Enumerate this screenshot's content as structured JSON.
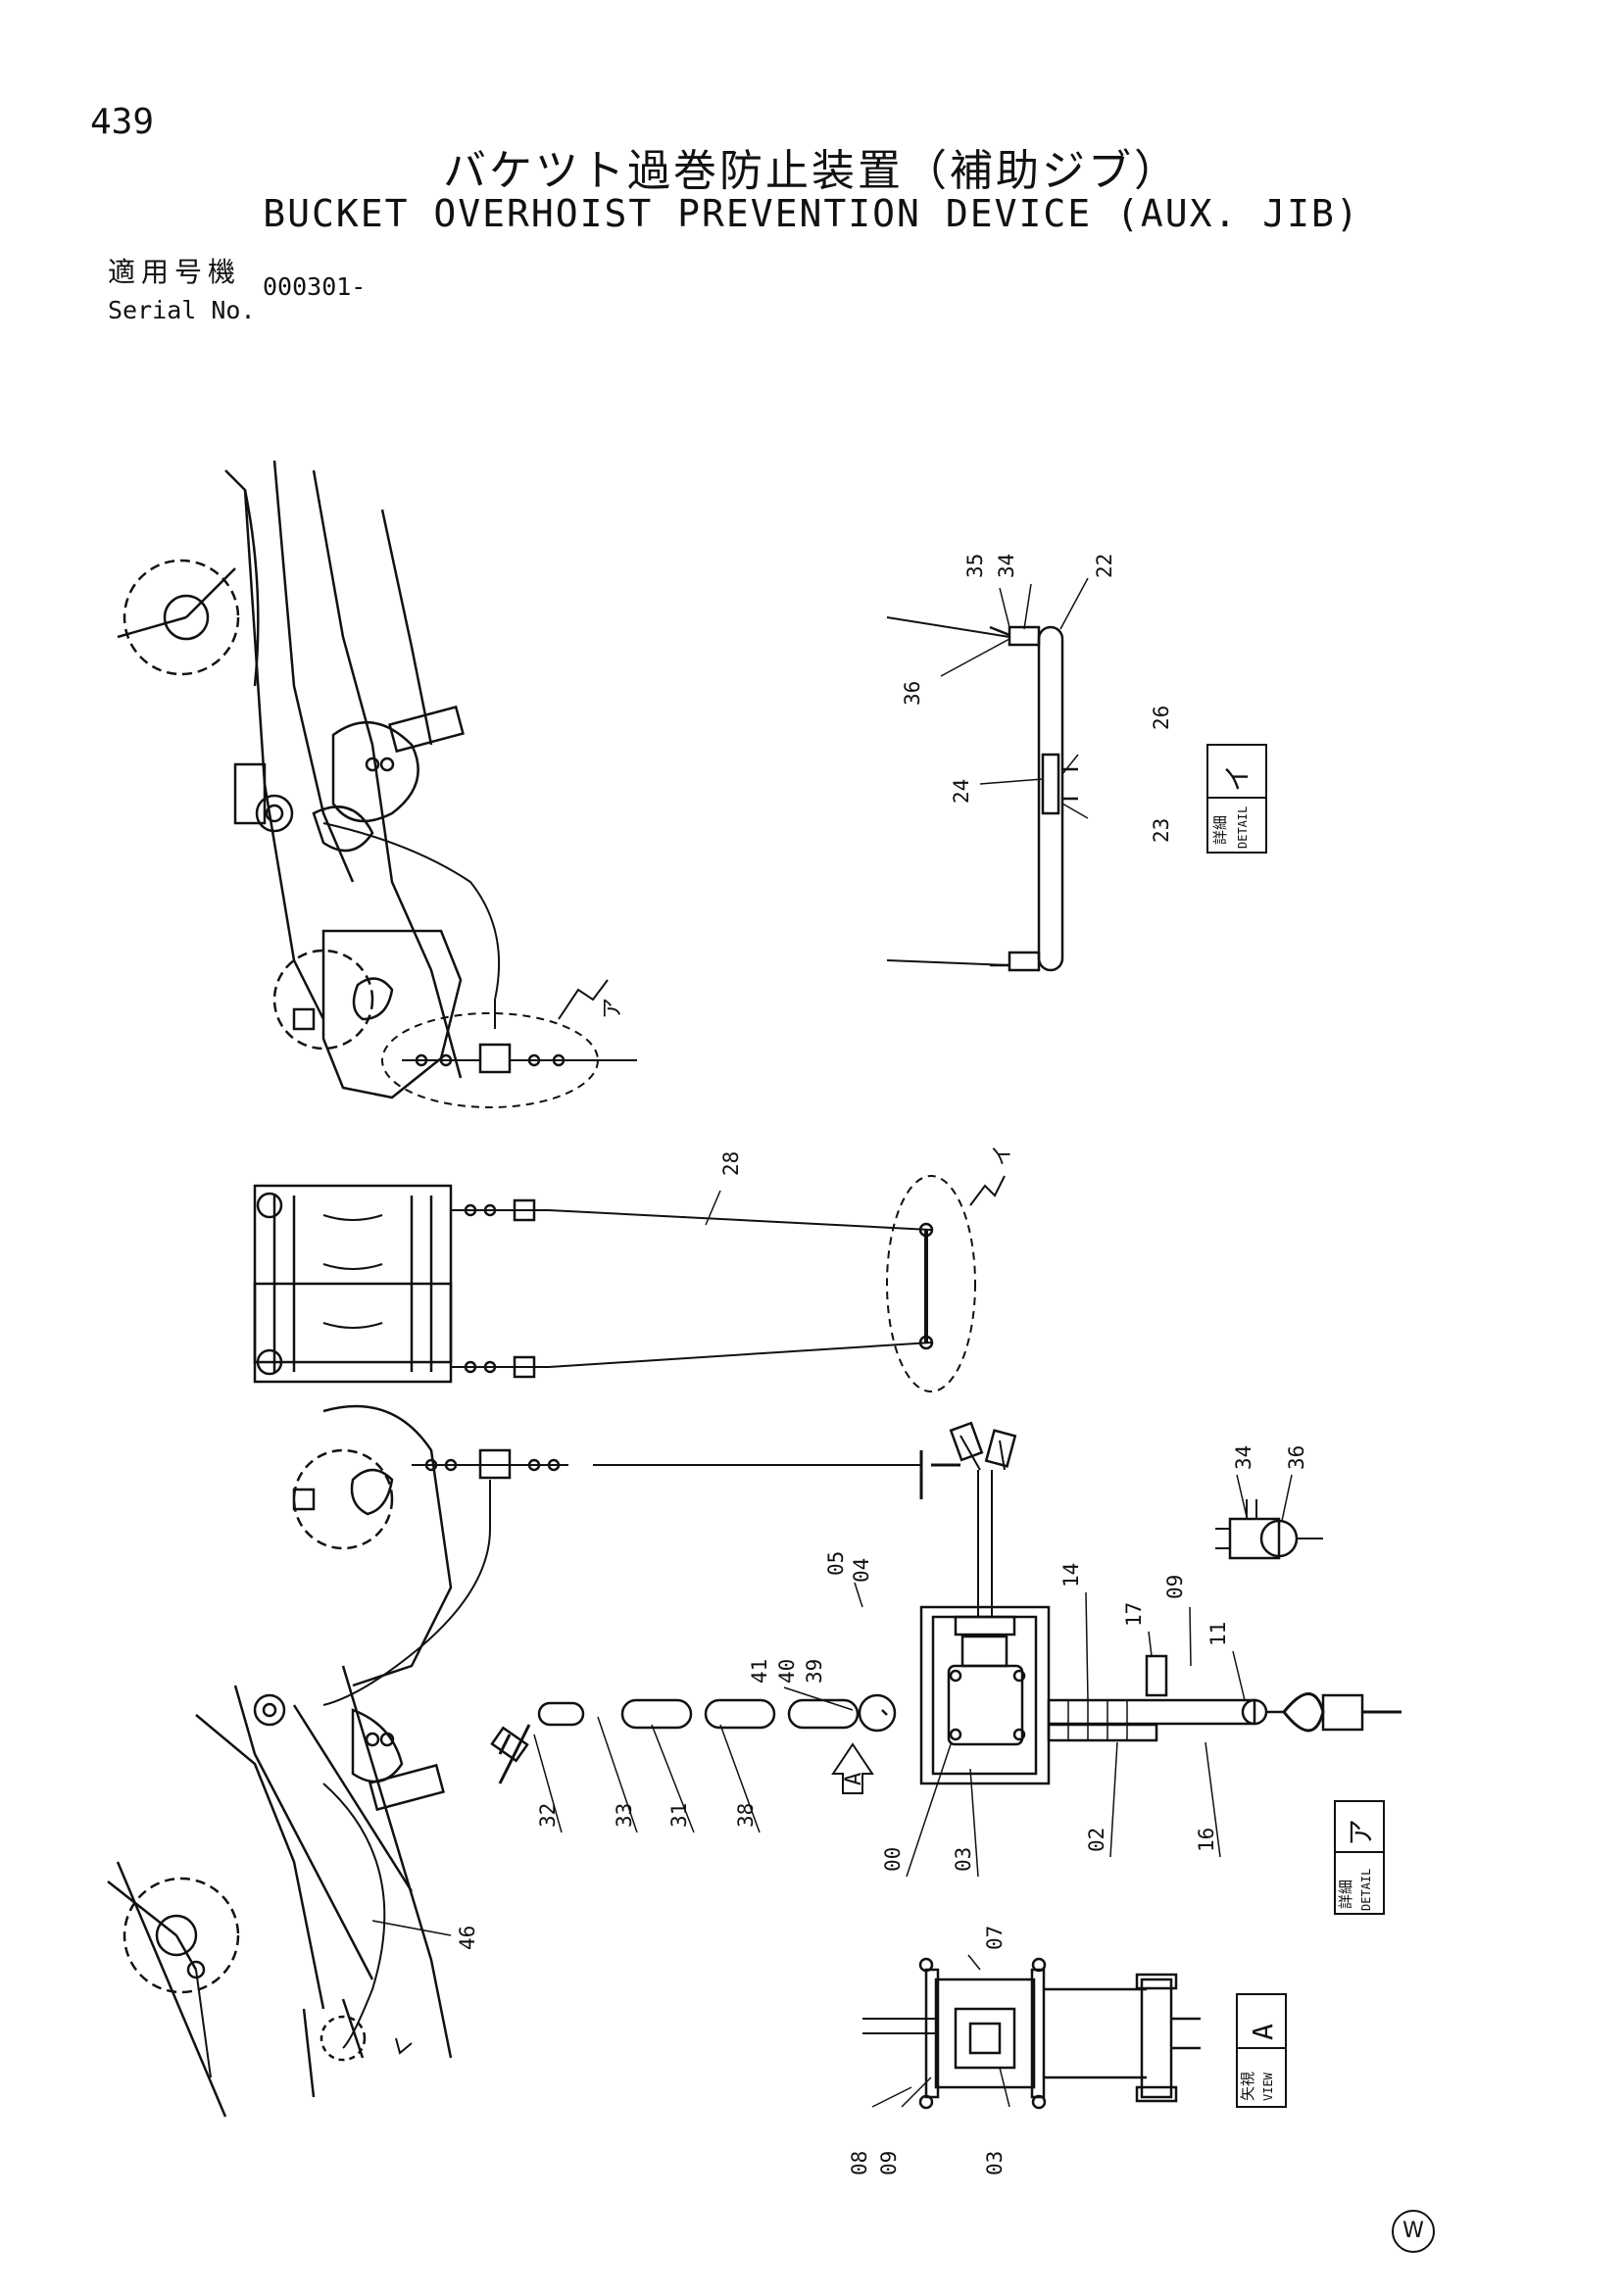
{
  "page": {
    "page_number": "439",
    "title_jp": "バケツト過巻防止装置（補助ジブ）",
    "title_en": "BUCKET OVERHOIST PREVENTION DEVICE (AUX. JIB)",
    "serial_label_jp": "適用号機",
    "serial_label_en": "Serial No.",
    "serial_value": "000301-",
    "watermark": "W"
  },
  "callouts": {
    "detail_i": {
      "jp": "詳細",
      "en": "DETAIL",
      "mark": "イ"
    },
    "detail_a": {
      "jp": "詳細",
      "en": "DETAIL",
      "mark": "ア"
    },
    "view_a": {
      "jp": "矢視",
      "en": "VIEW",
      "mark": "A"
    },
    "flag_a": "ア",
    "flag_i": "イ",
    "arrow_a": "A"
  },
  "part_labels": [
    "35",
    "34",
    "22",
    "36",
    "26",
    "24",
    "23",
    "28",
    "34",
    "36",
    "05",
    "04",
    "41",
    "40",
    "39",
    "14",
    "17",
    "09",
    "11",
    "32",
    "33",
    "31",
    "38",
    "00",
    "03",
    "02",
    "16",
    "46",
    "07",
    "08",
    "09",
    "03"
  ]
}
